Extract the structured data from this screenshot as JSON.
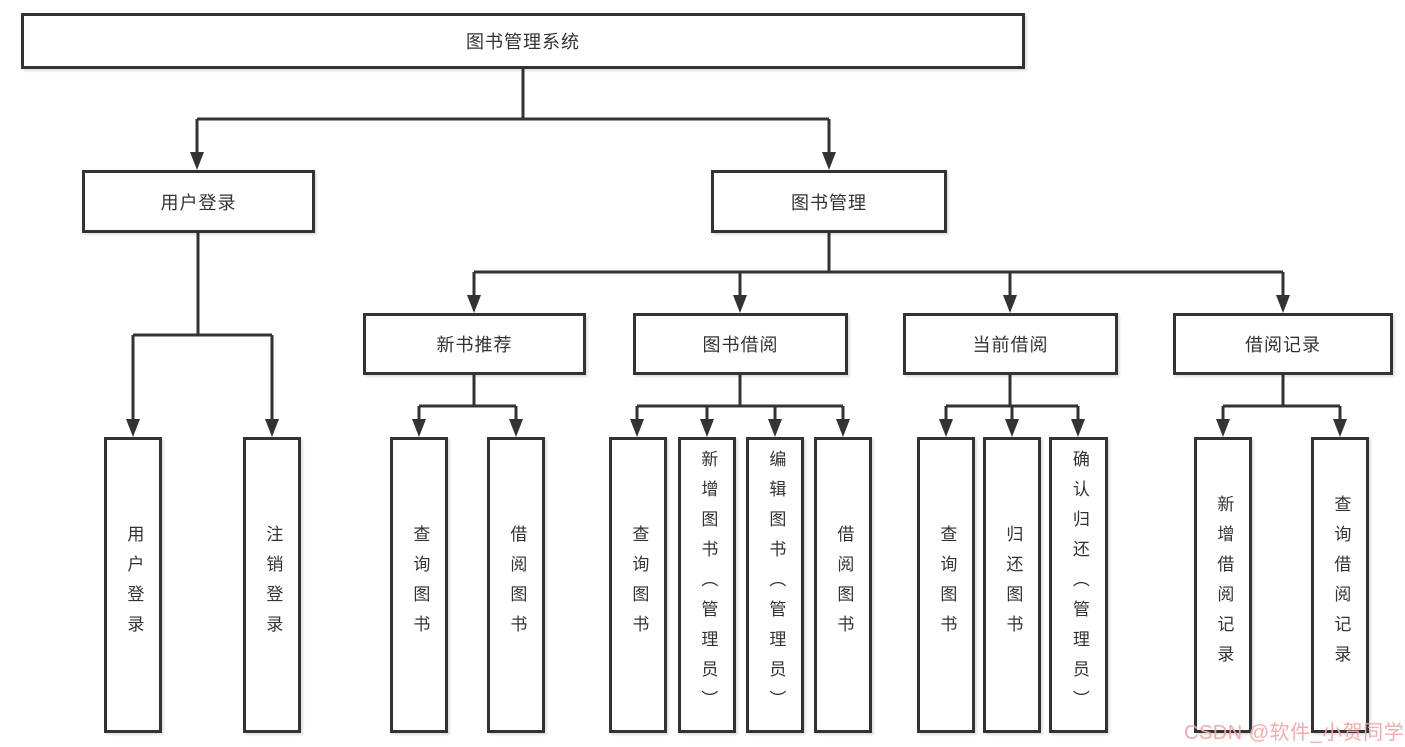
{
  "colors": {
    "background": "#ffffff",
    "line": "#333333",
    "box_border": "#333333",
    "text": "#333333",
    "watermark": "#f1a8a8"
  },
  "root": {
    "label": "图书管理系统"
  },
  "level2": [
    {
      "label": "用户登录"
    },
    {
      "label": "图书管理"
    }
  ],
  "level3": [
    {
      "label": "新书推荐",
      "parent": "图书管理"
    },
    {
      "label": "图书借阅",
      "parent": "图书管理"
    },
    {
      "label": "当前借阅",
      "parent": "图书管理"
    },
    {
      "label": "借阅记录",
      "parent": "图书管理"
    }
  ],
  "leaves": [
    {
      "label": "用户登录",
      "parent": "用户登录"
    },
    {
      "label": "注销登录",
      "parent": "用户登录"
    },
    {
      "label": "查询图书",
      "parent": "新书推荐"
    },
    {
      "label": "借阅图书",
      "parent": "新书推荐"
    },
    {
      "label": "查询图书",
      "parent": "图书借阅"
    },
    {
      "label": "新增图书（管理员）",
      "parent": "图书借阅"
    },
    {
      "label": "编辑图书（管理员）",
      "parent": "图书借阅"
    },
    {
      "label": "借阅图书",
      "parent": "图书借阅"
    },
    {
      "label": "查询图书",
      "parent": "当前借阅"
    },
    {
      "label": "归还图书",
      "parent": "当前借阅"
    },
    {
      "label": "确认归还（管理员）",
      "parent": "当前借阅"
    },
    {
      "label": "新增借阅记录",
      "parent": "借阅记录"
    },
    {
      "label": "查询借阅记录",
      "parent": "借阅记录"
    }
  ],
  "watermark": {
    "text": "CSDN @软件_小贺同学"
  }
}
